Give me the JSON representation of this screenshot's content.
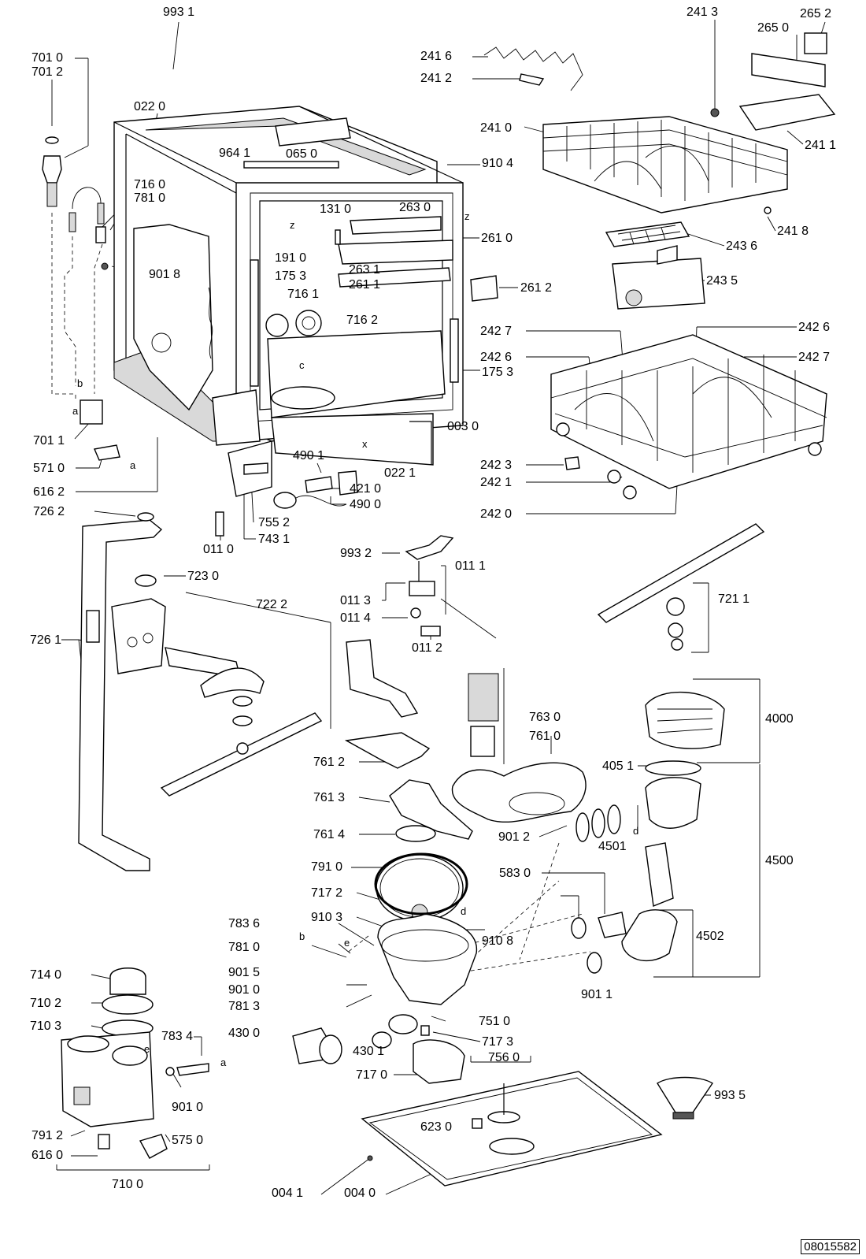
{
  "document_number": "08015582",
  "labels": {
    "p9931": "993 1",
    "p7010": "701 0",
    "p7012": "701 2",
    "p0220": "022 0",
    "p9641": "964 1",
    "p0650": "065 0",
    "p9104": "910 4",
    "p7160": "716 0",
    "p7810a": "781 0",
    "p1310": "131 0",
    "p2630": "263 0",
    "p2610": "261 0",
    "p1910": "191 0",
    "p1753a": "175 3",
    "p2631": "263 1",
    "p2611": "261 1",
    "p2612": "261 2",
    "p9018": "901 8",
    "p7161": "716 1",
    "p7162": "716 2",
    "p1753b": "175 3",
    "p0030": "003 0",
    "p7011": "701 1",
    "p5710": "571 0",
    "p4901": "490 1",
    "p0221": "022 1",
    "p4210": "421 0",
    "p4900": "490 0",
    "p6162": "616 2",
    "p7262": "726 2",
    "p7552": "755 2",
    "p0110": "011 0",
    "p7431": "743 1",
    "p2416": "241 6",
    "p2412": "241 2",
    "p2413": "241 3",
    "p2652": "265 2",
    "p2650": "265 0",
    "p2410": "241 0",
    "p2411": "241 1",
    "p2418": "241 8",
    "p2436": "243 6",
    "p2435": "243 5",
    "p2427a": "242 7",
    "p2426a": "242 6",
    "p2426b": "242 6",
    "p2427b": "242 7",
    "p2423": "242 3",
    "p2421": "242 1",
    "p2420": "242 0",
    "p9932": "993 2",
    "p0111": "011 1",
    "p0113": "011 3",
    "p0114": "011 4",
    "p0112": "011 2",
    "p7230": "723 0",
    "p7222": "722 2",
    "p7211": "721 1",
    "p7261": "726 1",
    "p7630": "763 0",
    "p7610": "761 0",
    "p7612": "761 2",
    "p7613": "761 3",
    "p7614": "761 4",
    "p9012": "901 2",
    "p4000": "4000",
    "p4051": "405 1",
    "p4501": "4501",
    "p4500": "4500",
    "p7910": "791 0",
    "p5830": "583 0",
    "p7172": "717 2",
    "p9103": "910 3",
    "p7836": "783 6",
    "p9108": "910 8",
    "p7810b": "781 0",
    "p4502": "4502",
    "p7140": "714 0",
    "p9015": "901 5",
    "p9010a": "901 0",
    "p7813": "781 3",
    "p9011": "901 1",
    "p7102": "710 2",
    "p7510": "751 0",
    "p7103": "710 3",
    "p7834": "783 4",
    "p4300": "430 0",
    "p4301": "430 1",
    "p7173": "717 3",
    "p7560": "756 0",
    "p7170": "717 0",
    "p9010b": "901 0",
    "p9935": "993 5",
    "p7912": "791 2",
    "p5750": "575 0",
    "p6230": "623 0",
    "p6160": "616 0",
    "p7100": "710 0",
    "p0041": "004 1",
    "p0040": "004 0"
  },
  "markers": {
    "z1": "z",
    "z2": "z",
    "c": "c",
    "x": "x",
    "b1": "b",
    "a1": "a",
    "a2": "a",
    "d1": "d",
    "d2": "d",
    "b2": "b",
    "e1": "e",
    "e2": "e",
    "a3": "a"
  }
}
